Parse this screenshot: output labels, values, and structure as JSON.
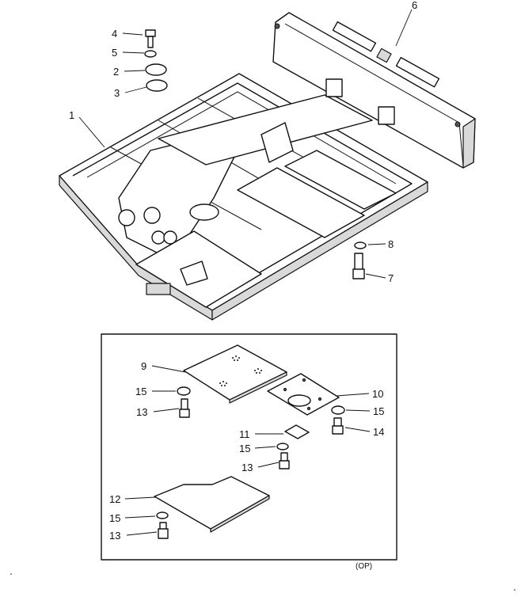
{
  "callouts": {
    "c1": "1",
    "c2": "2",
    "c3": "3",
    "c4": "4",
    "c5": "5",
    "c6": "6",
    "c7": "7",
    "c8": "8",
    "c9": "9",
    "c10": "10",
    "c11": "11",
    "c12": "12",
    "c13a": "13",
    "c13b": "13",
    "c13c": "13",
    "c14": "14",
    "c15a": "15",
    "c15b": "15",
    "c15c": "15",
    "c15d": "15"
  },
  "footer": {
    "code": "(OP)"
  }
}
